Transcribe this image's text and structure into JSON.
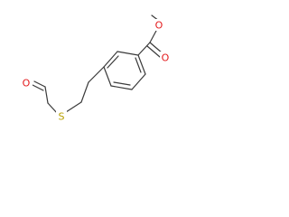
{
  "molecule": {
    "atoms": [
      {
        "label": "O",
        "element": "oxygen",
        "color": "#e31a1c"
      },
      {
        "label": "O",
        "element": "oxygen",
        "color": "#e31a1c"
      },
      {
        "label": "O",
        "element": "oxygen",
        "color": "#e31a1c"
      },
      {
        "label": "S",
        "element": "sulfur",
        "color": "#b8a000"
      }
    ]
  }
}
